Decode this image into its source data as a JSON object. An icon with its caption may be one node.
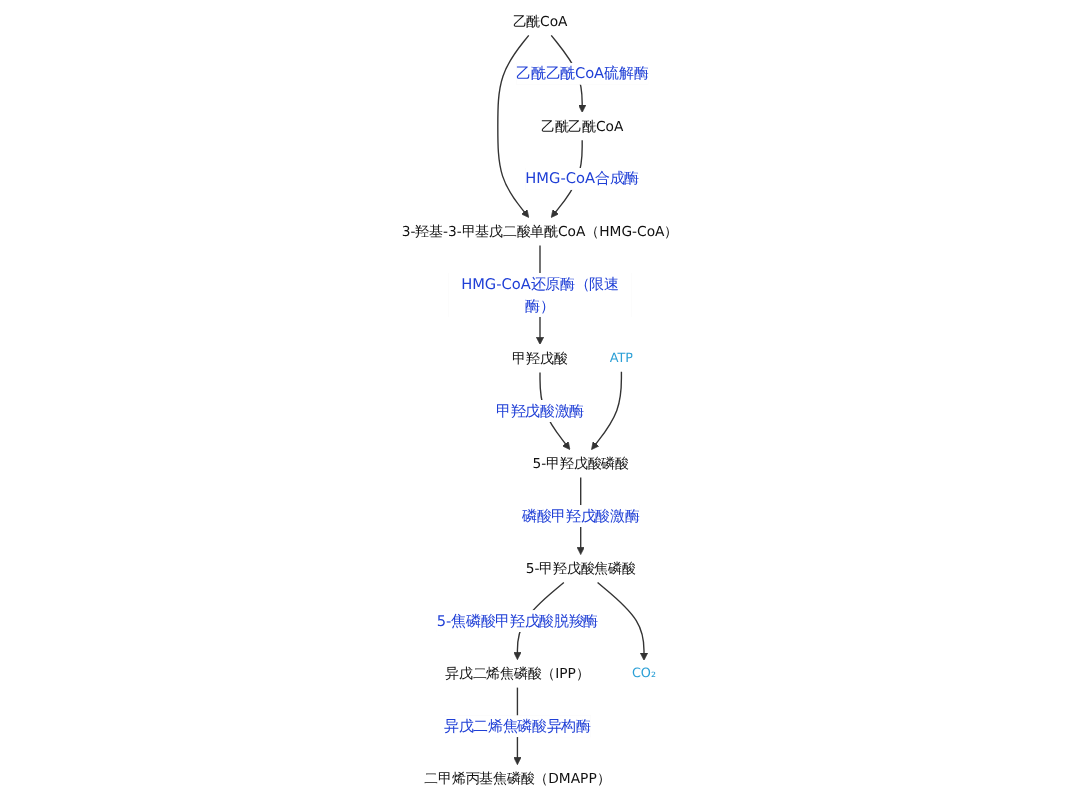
{
  "diagram": {
    "nodes": [
      {
        "text": [
          "乙酰CoA"
        ]
      },
      {
        "text": [
          "乙酰乙酰CoA"
        ]
      },
      {
        "text": [
          "3-羟基-3-甲基戊二酸单酰CoA（HMG-CoA）"
        ]
      },
      {
        "text": [
          "甲羟戊酸"
        ]
      },
      {
        "text": [
          "5-甲羟戊酸磷酸"
        ]
      },
      {
        "text": [
          "5-甲羟戊酸焦磷酸"
        ]
      },
      {
        "text": [
          "异戊二烯焦磷酸（IPP）"
        ]
      },
      {
        "text": [
          "二甲烯丙基焦磷酸（DMAPP）"
        ]
      },
      {
        "text": [
          "ATP"
        ]
      },
      {
        "text": [
          "CO₂"
        ]
      }
    ],
    "edges": [
      {
        "from": 0,
        "to": 2,
        "arrow": "to"
      },
      {
        "from": 0,
        "to": 1,
        "arrow": "to",
        "label": "乙酰乙酰CoA硫解酶"
      },
      {
        "from": 1,
        "to": 2,
        "arrow": "to",
        "label": "HMG-CoA合成酶"
      },
      {
        "from": 2,
        "to": 3,
        "arrow": "to",
        "label": "HMG-CoA还原酶（限速酶）"
      },
      {
        "from": 3,
        "to": 4,
        "arrow": "to",
        "label": "甲羟戊酸激酶"
      },
      {
        "from": 8,
        "to": 4,
        "arrow": "to"
      },
      {
        "from": 4,
        "to": 5,
        "arrow": "to",
        "label": "磷酸甲羟戊酸激酶"
      },
      {
        "from": 5,
        "to": 6,
        "arrow": "to",
        "label": "5-焦磷酸甲羟戊酸脱羧酶"
      },
      {
        "from": 5,
        "to": 9,
        "arrow": "to"
      },
      {
        "from": 6,
        "to": 7,
        "arrow": "to",
        "label": "异戊二烯焦磷酸异构酶"
      }
    ]
  }
}
